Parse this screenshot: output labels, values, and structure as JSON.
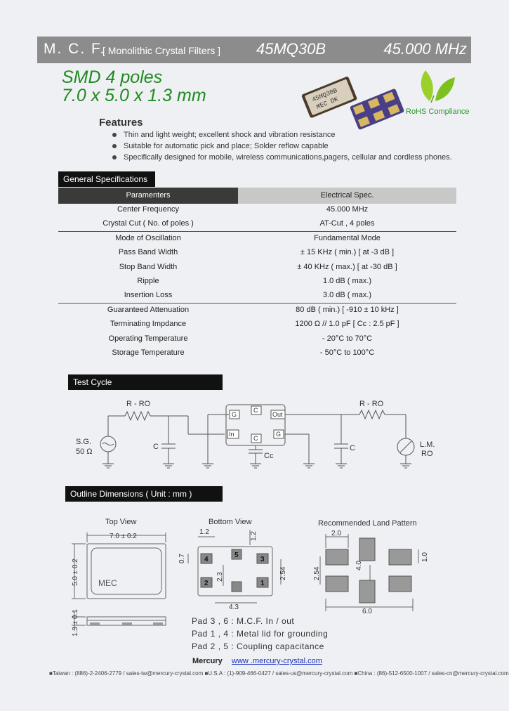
{
  "header": {
    "brand": "M. C. F.",
    "subtitle": "[ Monolithic Crystal Filters ]",
    "part_number": "45MQ30B",
    "frequency": "45.000 MHz"
  },
  "product": {
    "line1": "SMD   4 poles",
    "line2": "7.0 x 5.0 x 1.3 mm",
    "chip_marking_line1": "45MQ30B",
    "chip_marking_line2": "MEC DK",
    "rohs": "RoHS Compliance"
  },
  "features": {
    "title": "Features",
    "items": [
      "Thin and light weight; excellent shock and vibration resistance",
      "Suitable for automatic pick and place; Solder reflow capable",
      "Specifically designed for mobile, wireless communications,pagers, cellular and cordless phones."
    ]
  },
  "specs": {
    "title": "General Specifications",
    "col_param": "Paramenters",
    "col_spec": "Electrical  Spec.",
    "rows": [
      {
        "param": "Center  Frequency",
        "value": "45.000 MHz"
      },
      {
        "param": "Crystal Cut ( No. of  poles )",
        "value": "AT-Cut ,  4 poles"
      },
      {
        "param": "Mode of Oscillation",
        "value": "Fundamental Mode"
      },
      {
        "param": "Pass  Band  Width",
        "value": "± 15 KHz  ( min.)  [  at  -3 dB  ]"
      },
      {
        "param": "Stop  Band  Width",
        "value": "± 40 KHz  ( max.)  [  at  -30 dB  ]"
      },
      {
        "param": "Ripple",
        "value": "1.0 dB  ( max.)"
      },
      {
        "param": "Insertion  Loss",
        "value": "3.0 dB  ( max.)"
      },
      {
        "param": "Guaranteed  Attenuation",
        "value": "80 dB  ( min.)   [  -910 ± 10 kHz   ]"
      },
      {
        "param": "Terminating  Impdance",
        "value": "1200 Ω   //   1.0 pF    [ Cc : 2.5 pF ]"
      },
      {
        "param": "Operating Temperature",
        "value": "- 20°C to 70°C"
      },
      {
        "param": "Storage Temperature",
        "value": "- 50°C to 100°C"
      }
    ]
  },
  "test_cycle": {
    "title": "Test  Cycle",
    "r_left": "R - RO",
    "r_right": "R - RO",
    "sg": "S.G.",
    "sg_ohm": "50 Ω",
    "c_left": "C",
    "c_right": "C",
    "cc": "Cc",
    "lm": "L.M.",
    "ro": "RO",
    "pins": {
      "g1": "G",
      "c1": "C",
      "out": "Out",
      "in": "In",
      "c2": "C",
      "g2": "G"
    }
  },
  "outline": {
    "title": "Outline Dimensions   ( Unit : mm )",
    "top_view": "Top View",
    "bottom_view": "Bottom View",
    "land_pattern": "Recommended Land Pattern",
    "dim_7": "7.0 ± 0.2",
    "dim_5": "5.0 ± 0.2",
    "dim_13": "1.3 ± 0.1",
    "top_mark": "MEC",
    "b_12": "1.2",
    "b_12v": "1.2",
    "b_07": "0.7",
    "b_23": "2.3",
    "b_254": "2.54",
    "b_43": "4.3",
    "pads": [
      "4",
      "5",
      "3",
      "2",
      "1"
    ],
    "lp_20": "2.0",
    "lp_10": "1.0",
    "lp_254": "2.54",
    "lp_40": "4.0",
    "lp_60": "6.0",
    "notes": [
      "Pad 3 , 6 : M.C.F.  In / out",
      "Pad 1 , 4 : Metal lid for grounding",
      "Pad 2 , 5 : Coupling capacitance"
    ]
  },
  "footer": {
    "company": "Mercury",
    "url": "www .mercury-crystal.com",
    "contacts": "■Taiwan : (886)-2-2406-2779 / sales-tw@mercury-crystal.com   ■U.S.A : (1)-909-466-0427 / sales-us@mercury-crystal.com   ■China : (86)-512-6500-1007 / sales-cn@mercury-crystal.com"
  },
  "colors": {
    "header_bg": "#8c8c8c",
    "green_text": "#1f8a1f",
    "section_bg": "#111111",
    "link_blue": "#1a2fc0"
  }
}
